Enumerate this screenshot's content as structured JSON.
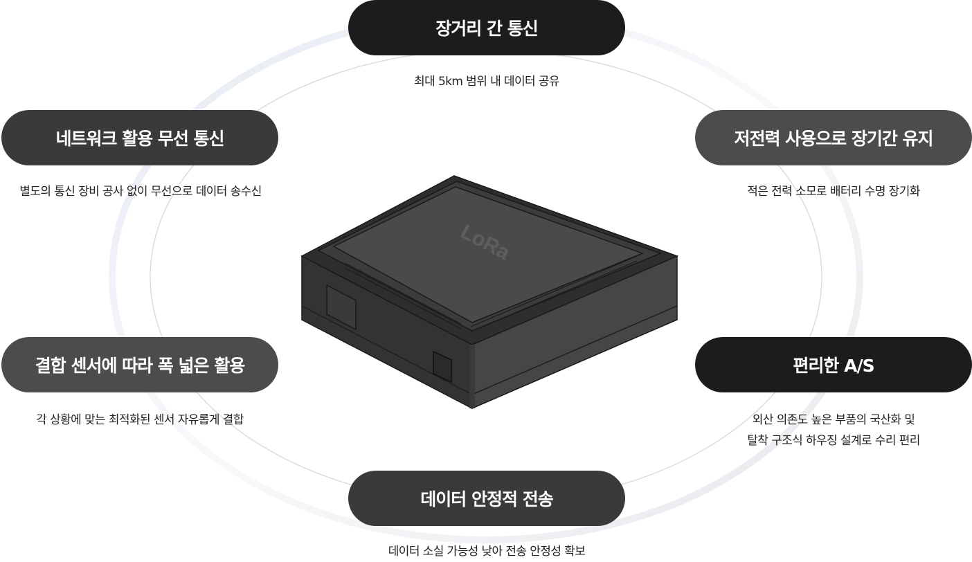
{
  "features": {
    "top": {
      "title": "장거리  간 통신",
      "desc": [
        "최대 5km 범위 내 데이터 공유"
      ]
    },
    "left_upper": {
      "title": "네트워크 활용 무선 통신",
      "desc": [
        "별도의 통신 장비 공사 없이 무선으로 데이터 송수신"
      ]
    },
    "right_upper": {
      "title": "저전력 사용으로 장기간 유지",
      "desc": [
        "적은 전력 소모로 배터리 수명 장기화"
      ]
    },
    "left_lower": {
      "title": "결합 센서에 따라 폭 넓은 활용",
      "desc": [
        "각 상황에 맞는 최적화된 센서 자유롭게 결합"
      ]
    },
    "right_lower": {
      "title": "편리한 A/S",
      "desc": [
        "외산 의존도 높은 부품의 국산화 및",
        "탈착 구조식 하우징 설계로 수리 편리"
      ]
    },
    "bottom": {
      "title": "데이터 안정적 전송",
      "desc": [
        "데이터 소실 가능성 낮아 전송 안정성 확보"
      ]
    }
  },
  "device": {
    "logo": "LoRa",
    "body_color": "#3b3b3b",
    "top_color": "#444444"
  },
  "colors": {
    "pill_dark": "#1c1c1c",
    "pill_mid": "#3a3a3a",
    "pill_gray": "#4c4c4c",
    "ring": "#d8dbe0"
  }
}
